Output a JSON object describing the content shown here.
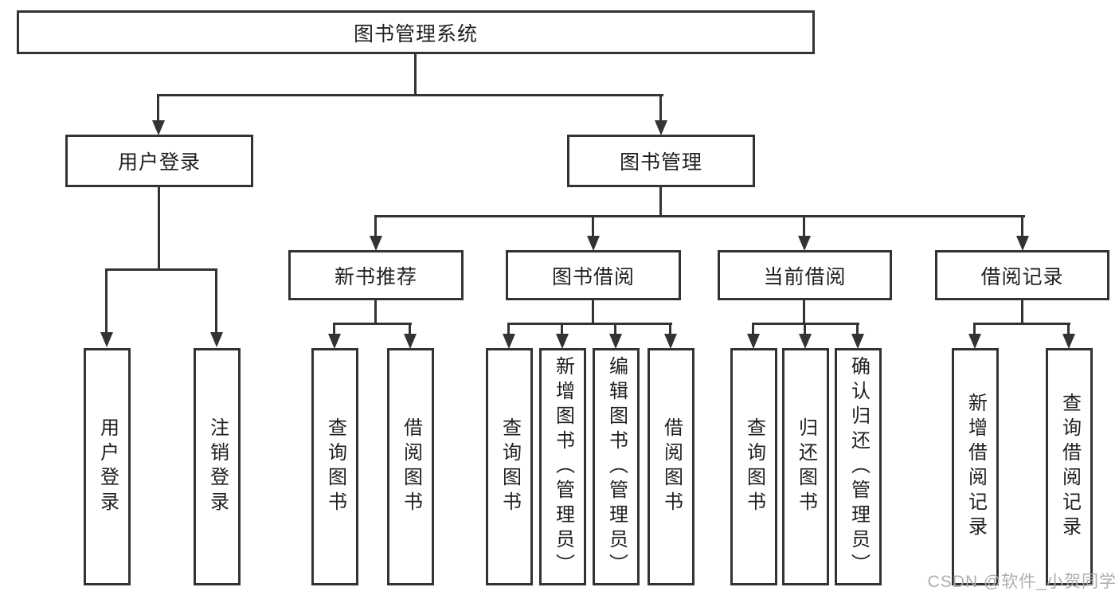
{
  "root": {
    "label": "图书管理系统"
  },
  "level2": {
    "user_login": {
      "label": "用户登录"
    },
    "book_mgmt": {
      "label": "图书管理"
    }
  },
  "level3": {
    "new_books": {
      "label": "新书推荐"
    },
    "borrow": {
      "label": "图书借阅"
    },
    "current": {
      "label": "当前借阅"
    },
    "records": {
      "label": "借阅记录"
    }
  },
  "leaves": {
    "user_login": [
      "用户登录",
      "注销登录"
    ],
    "new_books": [
      "查询图书",
      "借阅图书"
    ],
    "borrow": [
      "查询图书",
      "新增图书（管理员）",
      "编辑图书（管理员）",
      "借阅图书"
    ],
    "current": [
      "查询图书",
      "归还图书",
      "确认归还（管理员）"
    ],
    "records": [
      "新增借阅记录",
      "查询借阅记录"
    ]
  },
  "watermark": "CSDN @软件_小贺同学",
  "colors": {
    "line": "#333333",
    "text": "#1f1f1f",
    "watermark": "#aeaeae",
    "background": "#ffffff"
  }
}
